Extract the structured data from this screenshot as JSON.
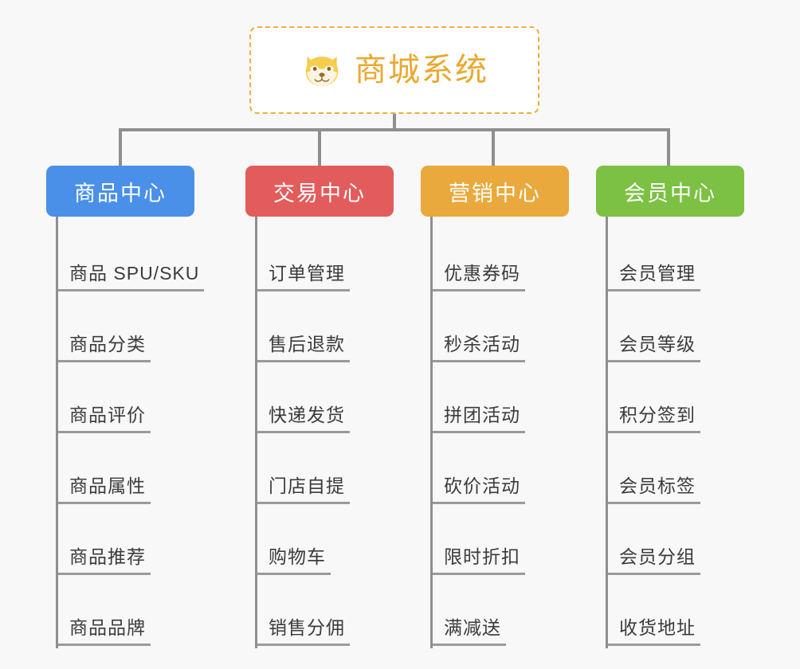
{
  "page": {
    "background_color": "#f8f8f8",
    "line_color": "#8f8f8f",
    "leaf_text_color": "#3b3b3b",
    "leaf_underline_color": "#9a9a9a"
  },
  "root": {
    "title": "商城系统",
    "icon": "shiba-dog-icon",
    "text_color": "#eaa82f",
    "border_color": "#f0ad3c",
    "background_color": "#ffffff"
  },
  "categories": [
    {
      "label": "商品中心",
      "color": "#4a90e8",
      "items": [
        "商品 SPU/SKU",
        "商品分类",
        "商品评价",
        "商品属性",
        "商品推荐",
        "商品品牌"
      ]
    },
    {
      "label": "交易中心",
      "color": "#e35c5c",
      "items": [
        "订单管理",
        "售后退款",
        "快递发货",
        "门店自提",
        "购物车",
        "销售分佣"
      ]
    },
    {
      "label": "营销中心",
      "color": "#eaa93c",
      "items": [
        "优惠券码",
        "秒杀活动",
        "拼团活动",
        "砍价活动",
        "限时折扣",
        "满减送"
      ]
    },
    {
      "label": "会员中心",
      "color": "#7cc143",
      "items": [
        "会员管理",
        "会员等级",
        "积分签到",
        "会员标签",
        "会员分组",
        "收货地址"
      ]
    }
  ]
}
